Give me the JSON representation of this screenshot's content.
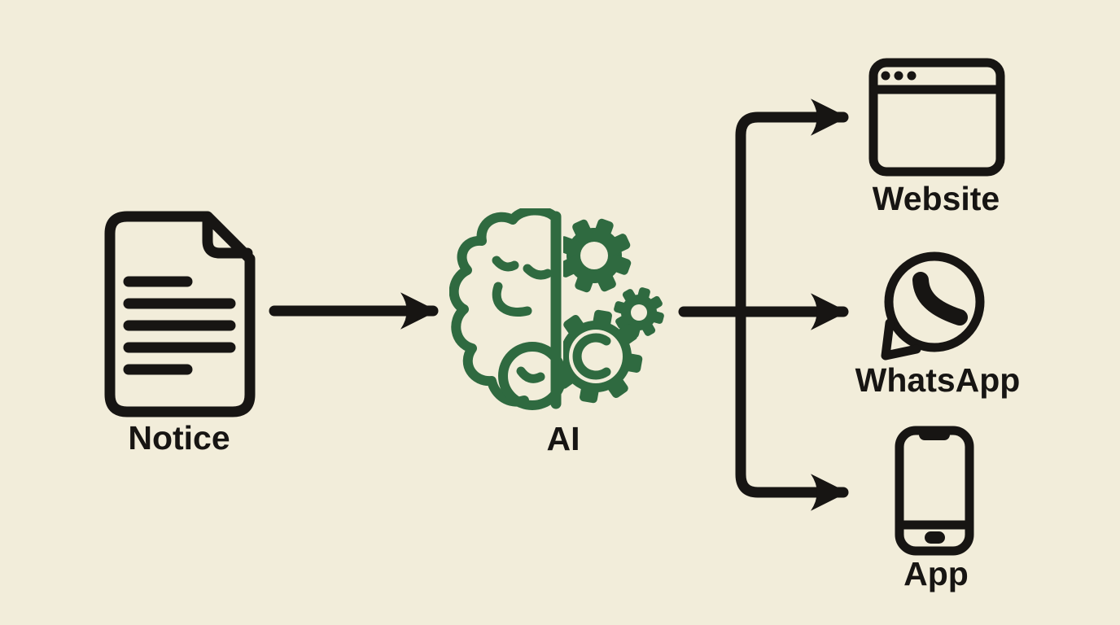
{
  "colors": {
    "bg": "#f2edda",
    "ink": "#171513",
    "green": "#2f6a40"
  },
  "diagram": {
    "nodes": {
      "notice": {
        "label": "Notice",
        "icon": "document-icon"
      },
      "ai": {
        "label": "AI",
        "icon": "brain-gears-icon"
      },
      "website": {
        "label": "Website",
        "icon": "browser-window-icon"
      },
      "whatsapp": {
        "label": "WhatsApp",
        "icon": "whatsapp-icon"
      },
      "app": {
        "label": "App",
        "icon": "smartphone-icon"
      }
    },
    "edges": [
      {
        "from": "notice",
        "to": "ai"
      },
      {
        "from": "ai",
        "to": "website"
      },
      {
        "from": "ai",
        "to": "whatsapp"
      },
      {
        "from": "ai",
        "to": "app"
      }
    ]
  }
}
